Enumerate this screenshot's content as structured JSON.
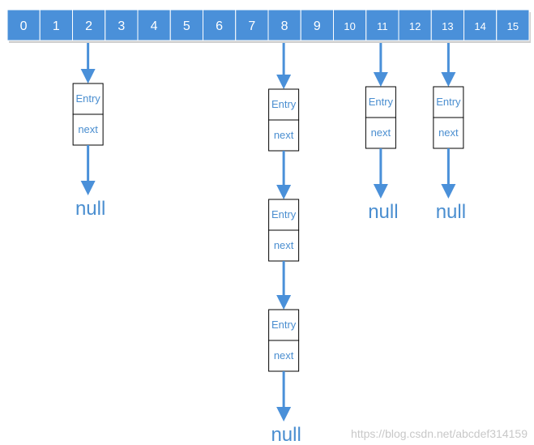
{
  "array": {
    "cells": [
      "0",
      "1",
      "2",
      "3",
      "4",
      "5",
      "6",
      "7",
      "8",
      "9",
      "10",
      "11",
      "12",
      "13",
      "14",
      "15"
    ],
    "fill_color": "#4a90d9"
  },
  "node": {
    "entry_label": "Entry",
    "next_label": "next"
  },
  "null_label": "null",
  "chains": [
    {
      "index": 2,
      "nodes": 1
    },
    {
      "index": 8,
      "nodes": 3
    },
    {
      "index": 11,
      "nodes": 1
    },
    {
      "index": 13,
      "nodes": 1
    }
  ],
  "watermark": "https://blog.csdn.net/abcdef314159"
}
